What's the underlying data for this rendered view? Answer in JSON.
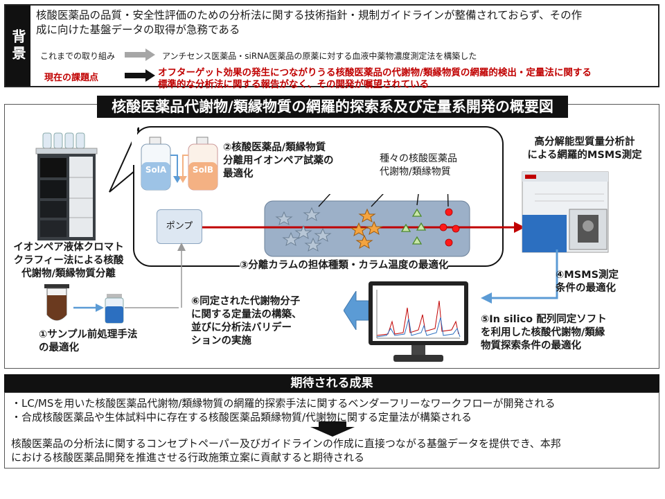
{
  "background": {
    "label": "背景",
    "line1": "核酸医薬品の品質・安全性評価のための分析法に関する技術指針・規制ガイドラインが整備されておらず、その作",
    "line2": "成に向けた基盤データの取得が急務である",
    "efforts_label": "これまでの取り組み",
    "efforts_text": "アンチセンス医薬品・siRNA医薬品の原薬に対する血液中薬物濃度測定法を構築した",
    "issue_label": "現在の課題点",
    "issue_line1": "オフターゲット効果の発生につながりうる核酸医薬品の代謝物/類縁物質の網羅的検出・定量法に関する",
    "issue_line2": "標準的な分析法に関する報告がなく、その開発が嘱望されている"
  },
  "overview": {
    "title": "核酸医薬品代謝物/類縁物質の網羅的探索系及び定量系開発の概要図",
    "lc_caption": [
      "イオンペア液体クロマト",
      "クラフィー法による核酸",
      "代謝物/類縁物質分離"
    ],
    "solA": "SolA",
    "solB": "SolB",
    "pump": "ポンプ",
    "step2": [
      "②核酸医薬品/類縁物質",
      "分離用イオンペア試薬の",
      "最適化"
    ],
    "species_label": [
      "種々の核酸医薬品",
      "代謝物/類縁物質"
    ],
    "step3": "③分離カラムの担体種類・カラム温度の最適化",
    "ms_title": [
      "高分解能型質量分析計",
      "による網羅的MSMS測定"
    ],
    "step4": [
      "④MSMS測定",
      "条件の最適化"
    ],
    "step5": [
      "⑤In silico 配列同定ソフト",
      "を利用した核酸代謝物/類縁",
      "物質探索条件の最適化"
    ],
    "step6": [
      "⑥同定された代謝物分子",
      "に関する定量法の構築、",
      "並びに分析法バリデー",
      "ションの実施"
    ],
    "step1": [
      "①サンプル前処理手法",
      "の最適化"
    ]
  },
  "results": {
    "title": "期待される成果",
    "bullet1": "・LC/MSを用いた核酸医薬品代謝物/類縁物質の網羅的探索手法に関するベンダーフリーなワークフローが開発される",
    "bullet2": "・合成核酸医薬品や生体試料中に存在する核酸医薬品類縁物質/代謝物に関する定量法が構築される",
    "conclusion1": "核酸医薬品の分析法に関するコンセプトペーパー及びガイドラインの作成に直接つながる基盤データを提供でき、本邦",
    "conclusion2": "における核酸医薬品開発を推進させる行政施策立案に貢献すると期待される"
  },
  "colors": {
    "red_text": "#c00000",
    "arrow_red": "#c00000",
    "arrow_blue": "#5b9bd5",
    "column_fill": "#9cb0c8",
    "pump_fill": "#dde7f2",
    "solB_fill": "#f4b183"
  }
}
